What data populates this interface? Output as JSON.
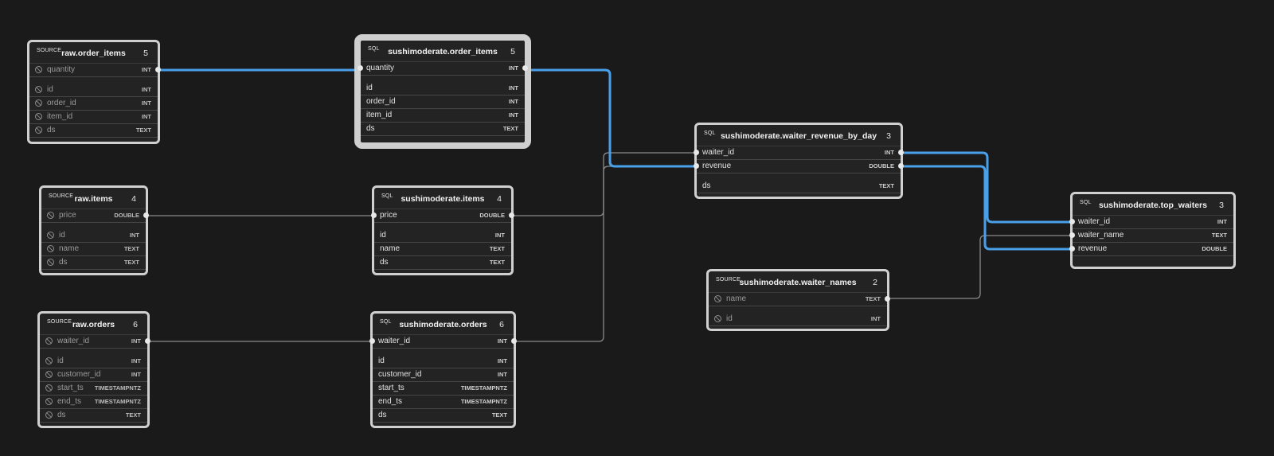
{
  "nodes": {
    "raw_order_items": {
      "kind": "SOURCE",
      "title": "raw.order_items",
      "count": "5",
      "columns": [
        {
          "name": "quantity",
          "type": "INT"
        },
        {
          "name": "id",
          "type": "INT"
        },
        {
          "name": "order_id",
          "type": "INT"
        },
        {
          "name": "item_id",
          "type": "INT"
        },
        {
          "name": "ds",
          "type": "TEXT"
        }
      ]
    },
    "raw_items": {
      "kind": "SOURCE",
      "title": "raw.items",
      "count": "4",
      "columns": [
        {
          "name": "price",
          "type": "DOUBLE"
        },
        {
          "name": "id",
          "type": "INT"
        },
        {
          "name": "name",
          "type": "TEXT"
        },
        {
          "name": "ds",
          "type": "TEXT"
        }
      ]
    },
    "raw_orders": {
      "kind": "SOURCE",
      "title": "raw.orders",
      "count": "6",
      "columns": [
        {
          "name": "waiter_id",
          "type": "INT"
        },
        {
          "name": "id",
          "type": "INT"
        },
        {
          "name": "customer_id",
          "type": "INT"
        },
        {
          "name": "start_ts",
          "type": "TIMESTAMPNTZ"
        },
        {
          "name": "end_ts",
          "type": "TIMESTAMPNTZ"
        },
        {
          "name": "ds",
          "type": "TEXT"
        }
      ]
    },
    "sm_order_items": {
      "kind": "SQL",
      "title": "sushimoderate.order_items",
      "count": "5",
      "columns": [
        {
          "name": "quantity",
          "type": "INT"
        },
        {
          "name": "id",
          "type": "INT"
        },
        {
          "name": "order_id",
          "type": "INT"
        },
        {
          "name": "item_id",
          "type": "INT"
        },
        {
          "name": "ds",
          "type": "TEXT"
        }
      ]
    },
    "sm_items": {
      "kind": "SQL",
      "title": "sushimoderate.items",
      "count": "4",
      "columns": [
        {
          "name": "price",
          "type": "DOUBLE"
        },
        {
          "name": "id",
          "type": "INT"
        },
        {
          "name": "name",
          "type": "TEXT"
        },
        {
          "name": "ds",
          "type": "TEXT"
        }
      ]
    },
    "sm_orders": {
      "kind": "SQL",
      "title": "sushimoderate.orders",
      "count": "6",
      "columns": [
        {
          "name": "waiter_id",
          "type": "INT"
        },
        {
          "name": "id",
          "type": "INT"
        },
        {
          "name": "customer_id",
          "type": "INT"
        },
        {
          "name": "start_ts",
          "type": "TIMESTAMPNTZ"
        },
        {
          "name": "end_ts",
          "type": "TIMESTAMPNTZ"
        },
        {
          "name": "ds",
          "type": "TEXT"
        }
      ]
    },
    "sm_waiter_revenue_by_day": {
      "kind": "SQL",
      "title": "sushimoderate.waiter_revenue_by_day",
      "count": "3",
      "columns": [
        {
          "name": "waiter_id",
          "type": "INT"
        },
        {
          "name": "revenue",
          "type": "DOUBLE"
        },
        {
          "name": "ds",
          "type": "TEXT"
        }
      ]
    },
    "sm_waiter_names": {
      "kind": "SOURCE",
      "title": "sushimoderate.waiter_names",
      "count": "2",
      "columns": [
        {
          "name": "name",
          "type": "TEXT"
        },
        {
          "name": "id",
          "type": "INT"
        }
      ]
    },
    "sm_top_waiters": {
      "kind": "SQL",
      "title": "sushimoderate.top_waiters",
      "count": "3",
      "columns": [
        {
          "name": "waiter_id",
          "type": "INT"
        },
        {
          "name": "waiter_name",
          "type": "TEXT"
        },
        {
          "name": "revenue",
          "type": "DOUBLE"
        }
      ]
    }
  },
  "edge_colors": {
    "highlighted": "#4aa0e8",
    "normal": "#8a8a8a"
  }
}
